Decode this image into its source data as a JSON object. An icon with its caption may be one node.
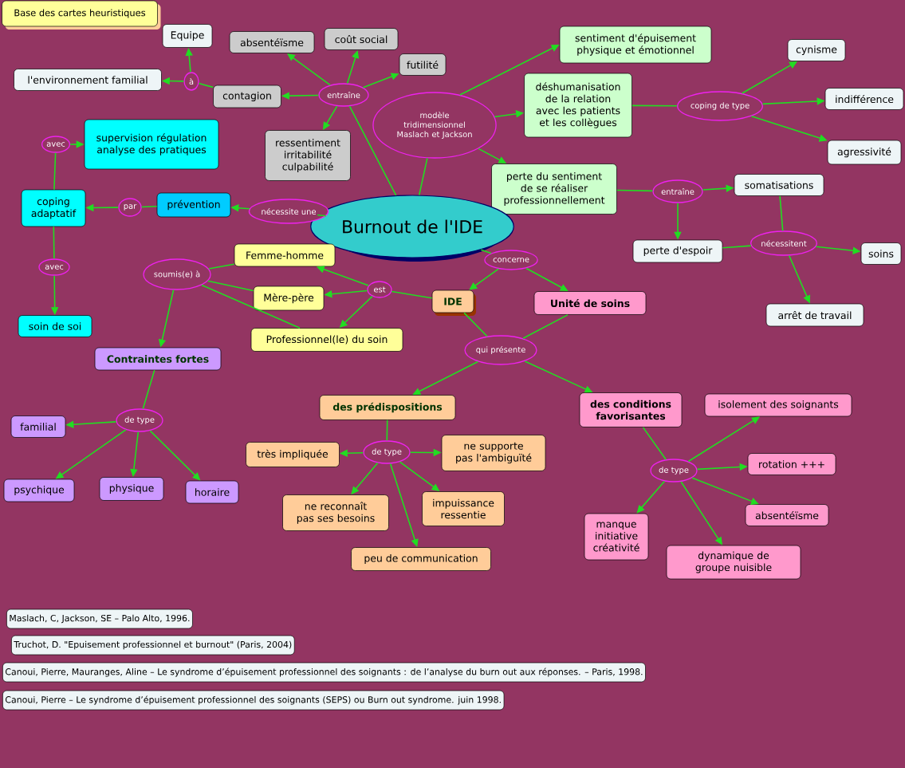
{
  "diagram": {
    "nodes": [
      {
        "text": [
          "Base des cartes heuristiques"
        ]
      },
      {
        "text": [
          "Equipe"
        ]
      },
      {
        "text": [
          "l'environnement familial"
        ]
      },
      {
        "text": [
          "à"
        ]
      },
      {
        "text": [
          "contagion"
        ]
      },
      {
        "text": [
          "entraîne"
        ]
      },
      {
        "text": [
          "absentéïsme"
        ]
      },
      {
        "text": [
          "coût social"
        ]
      },
      {
        "text": [
          "futilité"
        ]
      },
      {
        "text": [
          "ressentiment irritabilité culpabilité"
        ]
      },
      {
        "text": [
          "modèle tridimensionnel Maslach et Jackson"
        ]
      },
      {
        "text": [
          "sentiment d'épuisement physique et émotionnel"
        ]
      },
      {
        "text": [
          "déshumanisation de la relation avec les patients et les collègues"
        ]
      },
      {
        "text": [
          "coping de type"
        ]
      },
      {
        "text": [
          "cynisme"
        ]
      },
      {
        "text": [
          "indifférence"
        ]
      },
      {
        "text": [
          "agressivité"
        ]
      },
      {
        "text": [
          "perte du sentiment de se réaliser professionnellement"
        ]
      },
      {
        "text": [
          "entraîne"
        ]
      },
      {
        "text": [
          "somatisations"
        ]
      },
      {
        "text": [
          "perte d'espoir"
        ]
      },
      {
        "text": [
          "nécessitent"
        ]
      },
      {
        "text": [
          "soins"
        ]
      },
      {
        "text": [
          "arrêt de travail"
        ]
      },
      {
        "text": [
          "Burnout de l'IDE"
        ]
      },
      {
        "text": [
          "nécessite une"
        ]
      },
      {
        "text": [
          "prévention"
        ]
      },
      {
        "text": [
          "par"
        ]
      },
      {
        "text": [
          "coping adaptatif"
        ]
      },
      {
        "text": [
          "avec"
        ]
      },
      {
        "text": [
          "supervision régulation analyse des pratiques"
        ]
      },
      {
        "text": [
          "avec"
        ]
      },
      {
        "text": [
          "soin de soi"
        ]
      },
      {
        "text": [
          "concerne"
        ]
      },
      {
        "text": [
          "IDE"
        ]
      },
      {
        "text": [
          "Unité de soins"
        ]
      },
      {
        "text": [
          "est"
        ]
      },
      {
        "text": [
          "Femme-homme"
        ]
      },
      {
        "text": [
          "Mère-père"
        ]
      },
      {
        "text": [
          "Professionnel(le) du soin"
        ]
      },
      {
        "text": [
          "soumis(e) à"
        ]
      },
      {
        "text": [
          "Contraintes fortes"
        ]
      },
      {
        "text": [
          "de type"
        ]
      },
      {
        "text": [
          "familial"
        ]
      },
      {
        "text": [
          "psychique"
        ]
      },
      {
        "text": [
          "physique"
        ]
      },
      {
        "text": [
          "horaire"
        ]
      },
      {
        "text": [
          "qui présente"
        ]
      },
      {
        "text": [
          "des prédispositions"
        ]
      },
      {
        "text": [
          "de type"
        ]
      },
      {
        "text": [
          "très impliquée"
        ]
      },
      {
        "text": [
          "ne supporte pas l'ambiguïté"
        ]
      },
      {
        "text": [
          "ne reconnaît pas ses besoins"
        ]
      },
      {
        "text": [
          "impuissance ressentie"
        ]
      },
      {
        "text": [
          "peu de communication"
        ]
      },
      {
        "text": [
          "des conditions favorisantes"
        ]
      },
      {
        "text": [
          "de type"
        ]
      },
      {
        "text": [
          "isolement des soignants"
        ]
      },
      {
        "text": [
          "rotation +++"
        ]
      },
      {
        "text": [
          "absentéïsme"
        ]
      },
      {
        "text": [
          "manque initiative créativité"
        ]
      },
      {
        "text": [
          "dynamique de groupe nuisible"
        ]
      },
      {
        "text": [
          "Maslach, C, Jackson, SE – Palo Alto, 1996."
        ]
      },
      {
        "text": [
          "Truchot, D. \"Epuisement professionnel et burnout\" (Paris, 2004)"
        ]
      },
      {
        "text": [
          "Canoui, Pierre, Mauranges, Aline – Le syndrome d’épuisement professionnel des soignants : de l’analyse du burn out aux réponses. – Paris, 1998."
        ]
      },
      {
        "text": [
          "Canoui, Pierre – Le syndrome d’épuisement professionnel des soignants (SEPS) ou Burn out syndrome. juin 1998."
        ]
      }
    ],
    "edges": [
      {
        "from": 5,
        "to": 4,
        "arrow": "to"
      },
      {
        "from": 5,
        "to": 6,
        "arrow": "to"
      },
      {
        "from": 5,
        "to": 7,
        "arrow": "to"
      },
      {
        "from": 5,
        "to": 8,
        "arrow": "to"
      },
      {
        "from": 5,
        "to": 9,
        "arrow": "to"
      },
      {
        "from": 4,
        "to": 3,
        "arrow": "none"
      },
      {
        "from": 3,
        "to": 2,
        "arrow": "to"
      },
      {
        "from": 3,
        "to": 1,
        "arrow": "to"
      },
      {
        "from": 24,
        "to": 5,
        "arrow": "none"
      },
      {
        "from": 24,
        "to": 10,
        "arrow": "none"
      },
      {
        "from": 10,
        "to": 11,
        "arrow": "to"
      },
      {
        "from": 10,
        "to": 12,
        "arrow": "to"
      },
      {
        "from": 10,
        "to": 17,
        "arrow": "to"
      },
      {
        "from": 12,
        "to": 13,
        "arrow": "none"
      },
      {
        "from": 13,
        "to": 14,
        "arrow": "to"
      },
      {
        "from": 13,
        "to": 15,
        "arrow": "to"
      },
      {
        "from": 13,
        "to": 16,
        "arrow": "to"
      },
      {
        "from": 17,
        "to": 18,
        "arrow": "none"
      },
      {
        "from": 18,
        "to": 19,
        "arrow": "to"
      },
      {
        "from": 18,
        "to": 20,
        "arrow": "to"
      },
      {
        "from": 19,
        "to": 21,
        "arrow": "none"
      },
      {
        "from": 20,
        "to": 21,
        "arrow": "none"
      },
      {
        "from": 21,
        "to": 22,
        "arrow": "to"
      },
      {
        "from": 21,
        "to": 23,
        "arrow": "to"
      },
      {
        "from": 24,
        "to": 25,
        "arrow": "none"
      },
      {
        "from": 25,
        "to": 26,
        "arrow": "to"
      },
      {
        "from": 26,
        "to": 27,
        "arrow": "none"
      },
      {
        "from": 27,
        "to": 28,
        "arrow": "to"
      },
      {
        "from": 28,
        "to": 29,
        "arrow": "none"
      },
      {
        "from": 29,
        "to": 30,
        "arrow": "to"
      },
      {
        "from": 28,
        "to": 31,
        "arrow": "none"
      },
      {
        "from": 31,
        "to": 32,
        "arrow": "to"
      },
      {
        "from": 24,
        "to": 33,
        "arrow": "none"
      },
      {
        "from": 33,
        "to": 34,
        "arrow": "to"
      },
      {
        "from": 33,
        "to": 35,
        "arrow": "to"
      },
      {
        "from": 34,
        "to": 36,
        "arrow": "none"
      },
      {
        "from": 36,
        "to": 37,
        "arrow": "to"
      },
      {
        "from": 36,
        "to": 38,
        "arrow": "to"
      },
      {
        "from": 36,
        "to": 39,
        "arrow": "to"
      },
      {
        "from": 37,
        "to": 40,
        "arrow": "none"
      },
      {
        "from": 38,
        "to": 40,
        "arrow": "none"
      },
      {
        "from": 39,
        "to": 40,
        "arrow": "none"
      },
      {
        "from": 40,
        "to": 41,
        "arrow": "to"
      },
      {
        "from": 41,
        "to": 42,
        "arrow": "none"
      },
      {
        "from": 42,
        "to": 43,
        "arrow": "to"
      },
      {
        "from": 42,
        "to": 44,
        "arrow": "to"
      },
      {
        "from": 42,
        "to": 45,
        "arrow": "to"
      },
      {
        "from": 42,
        "to": 46,
        "arrow": "to"
      },
      {
        "from": 34,
        "to": 47,
        "arrow": "none"
      },
      {
        "from": 35,
        "to": 47,
        "arrow": "none"
      },
      {
        "from": 47,
        "to": 48,
        "arrow": "to"
      },
      {
        "from": 47,
        "to": 55,
        "arrow": "to"
      },
      {
        "from": 48,
        "to": 49,
        "arrow": "none"
      },
      {
        "from": 49,
        "to": 50,
        "arrow": "to"
      },
      {
        "from": 49,
        "to": 51,
        "arrow": "to"
      },
      {
        "from": 49,
        "to": 52,
        "arrow": "to"
      },
      {
        "from": 49,
        "to": 53,
        "arrow": "to"
      },
      {
        "from": 49,
        "to": 54,
        "arrow": "to"
      },
      {
        "from": 55,
        "to": 56,
        "arrow": "none"
      },
      {
        "from": 56,
        "to": 57,
        "arrow": "to"
      },
      {
        "from": 56,
        "to": 58,
        "arrow": "to"
      },
      {
        "from": 56,
        "to": 59,
        "arrow": "to"
      },
      {
        "from": 56,
        "to": 60,
        "arrow": "to"
      },
      {
        "from": 56,
        "to": 61,
        "arrow": "to"
      }
    ]
  }
}
